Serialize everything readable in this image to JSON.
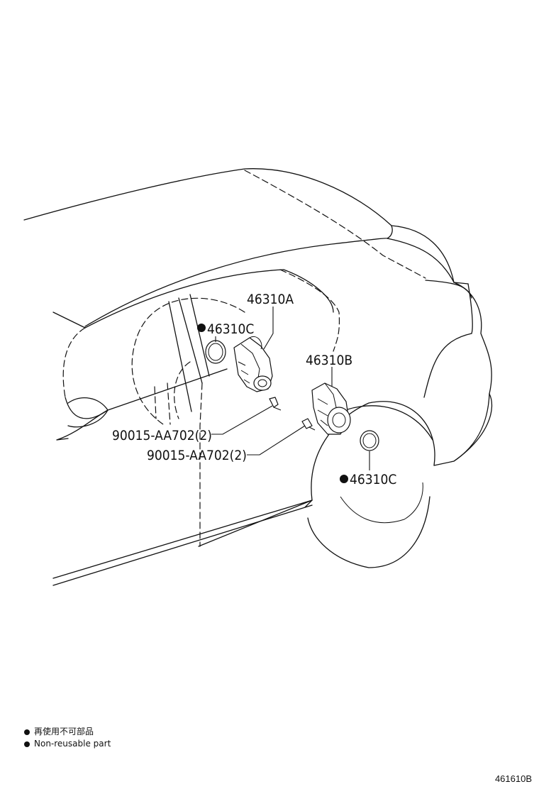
{
  "callouts": {
    "part_a": "46310A",
    "part_b": "46310B",
    "part_c_upper": "46310C",
    "part_c_lower": "46310C",
    "bolt_upper": "90015-AA702(2)",
    "bolt_lower": "90015-AA702(2)"
  },
  "legend": {
    "line_ja": "再使用不可部品",
    "line_en": "Non-reusable part"
  },
  "drawing_code": "461610B",
  "non_reusable_marker": "filled-circle-icon"
}
